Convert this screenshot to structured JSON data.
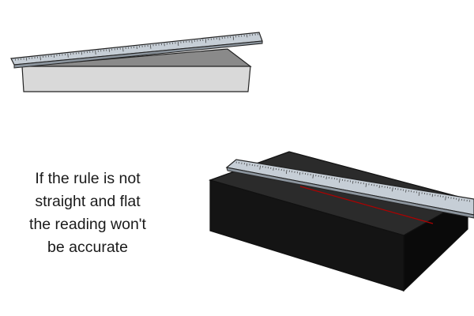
{
  "caption": {
    "lines": [
      "If the rule is not",
      "straight and flat",
      "the reading won't",
      "be accurate"
    ]
  },
  "colors": {
    "block_light_top": "#8a8a8a",
    "block_light_front": "#d9d9d9",
    "block_dark_top": "#2b2b2b",
    "block_dark_front": "#141414",
    "rule_face": "#c6ced6",
    "rule_edge": "#8c959e",
    "reference_line": "#b00000"
  }
}
